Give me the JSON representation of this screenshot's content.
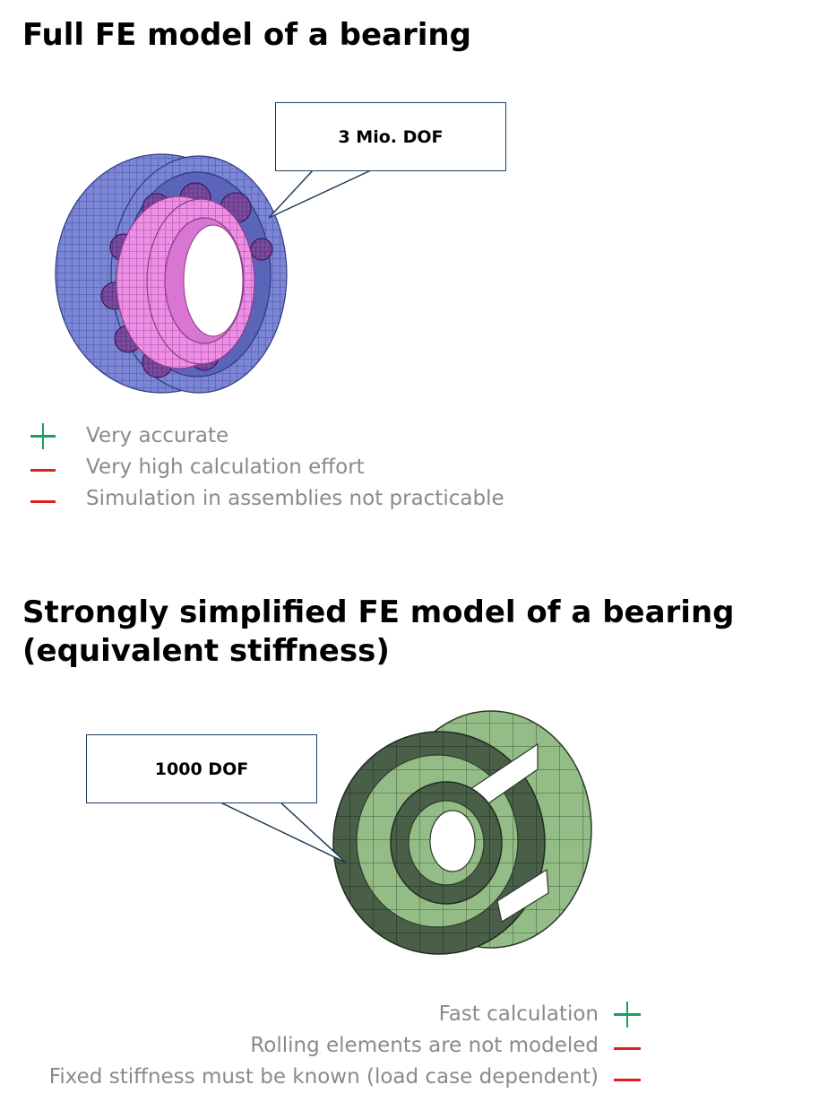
{
  "section_full": {
    "title": "Full FE model of a bearing",
    "callout": "3 Mio. DOF",
    "items": [
      {
        "sign": "plus",
        "text": "Very accurate"
      },
      {
        "sign": "minus",
        "text": "Very high calculation effort"
      },
      {
        "sign": "minus",
        "text": "Simulation in assemblies not practicable"
      }
    ]
  },
  "section_simplified": {
    "title_line1": "Strongly simplified FE model of a bearing",
    "title_line2": "(equivalent stiffness)",
    "callout": "1000 DOF",
    "items": [
      {
        "sign": "plus",
        "text": "Fast calculation"
      },
      {
        "sign": "minus",
        "text": "Rolling elements are not modeled"
      },
      {
        "sign": "minus",
        "text": "Fixed stiffness must be known (load case dependent)"
      }
    ]
  },
  "colors": {
    "plus": "#1aa05a",
    "minus": "#e02020",
    "text_gray": "#8a8a8a",
    "outer_ring": "#7b86d6",
    "inner_ring": "#ee8ee6",
    "balls": "#7a4a9e",
    "simplified_dark": "#4a5f48",
    "simplified_light": "#94bc86"
  }
}
